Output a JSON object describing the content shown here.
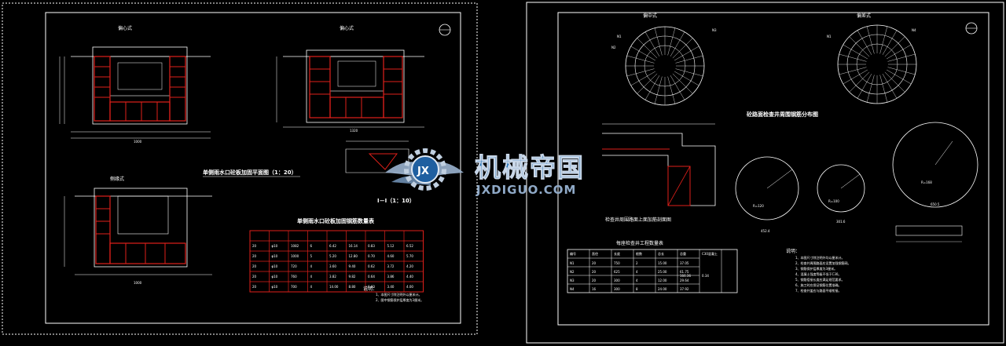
{
  "left_sheet": {
    "plan_labels": [
      "偏心式",
      "偏心式",
      "侧缘式"
    ],
    "plan_title": "单侧雨水口砼板加固平面图（1：20）",
    "section_title": "Ⅰ－Ⅰ（1：10）",
    "table_title": "单侧雨水口砼板加固钢筋数量表",
    "table_rows": [
      [
        "20",
        "φ10",
        "1082",
        "6",
        "6.42",
        "16.14",
        "0.83",
        "5.12",
        "6.52"
      ],
      [
        "20",
        "φ10",
        "1000",
        "5",
        "5.20",
        "12.80",
        "0.70",
        "4.60",
        "5.70"
      ],
      [
        "20",
        "φ10",
        "720",
        "4",
        "3.60",
        "9.40",
        "0.62",
        "3.72",
        "4.20"
      ],
      [
        "20",
        "φ10",
        "760",
        "4",
        "3.82",
        "9.82",
        "0.64",
        "3.86",
        "4.40"
      ],
      [
        "20",
        "φ10",
        "700",
        "4",
        "14.00",
        "8.80",
        "0.60",
        "3.40",
        "4.00"
      ]
    ],
    "notes_title": "说明：",
    "notes": [
      "1、本图尺寸除注明外以厘米计。",
      "2、图中钢筋保护层厚度为3厘米。"
    ],
    "dims": [
      "1000",
      "1320",
      "1000"
    ]
  },
  "right_sheet": {
    "ring_labels": [
      "偏中式",
      "偏差式"
    ],
    "callouts": [
      "N1",
      "N2",
      "N3",
      "N4"
    ],
    "plan_title": "砼路面检查井周围钢筋分布图",
    "section_title": "检查井周围路面上面加筋剖面图",
    "table_title": "每座检查井工程数量表",
    "table_header": [
      "编号",
      "直径",
      "长度",
      "根数",
      "总长",
      "总重",
      "C30混凝土"
    ],
    "table_rows": [
      [
        "N1",
        "20",
        "750",
        "2",
        "15.00",
        "37.05"
      ],
      [
        "N2",
        "20",
        "625",
        "4",
        "25.00",
        "61.75"
      ],
      [
        "N3",
        "20",
        "300",
        "4",
        "12.00",
        "29.64"
      ],
      [
        "N4",
        "16",
        "300",
        "8",
        "24.00",
        "37.92"
      ]
    ],
    "table_total": "166.36",
    "table_conc": "0.34",
    "circle_dims": [
      "R=120",
      "R=100",
      "R=168"
    ],
    "circle_sublabels": [
      "452.4",
      "301.6",
      "650.5"
    ],
    "notes_title": "说明：",
    "notes": [
      "1、本图尺寸除注明外均以厘米计。",
      "2、检查井周围路面应设置加强钢筋网。",
      "3、钢筋保护层厚度为3厘米。",
      "4、混凝土强度等级不低于C30。",
      "5、钢筋搭接长度应满足规范要求。",
      "6、施工时应保证钢筋位置准确。",
      "7、检查井盖应与路面平顺衔接。"
    ]
  },
  "watermark": {
    "cn": "机械帝国",
    "en": "JXDIGUO.COM",
    "badge": "JX"
  },
  "colors": {
    "background": "#000000",
    "line": "#ffffff",
    "rebar": "#e0201a",
    "watermark": "#1f6fb5"
  }
}
